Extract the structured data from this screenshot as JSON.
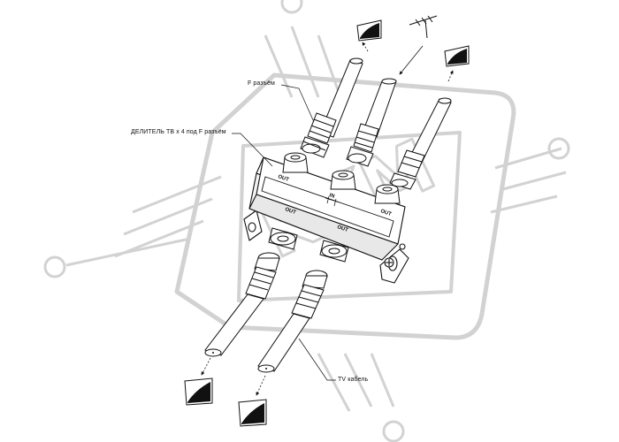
{
  "callouts": {
    "connector": "F разъём",
    "splitter": "ДЕЛИТЕЛЬ ТВ х 4 под F разъём",
    "cable": "TV кабель"
  },
  "splitter": {
    "port_in": "IN",
    "port_out": "OUT"
  },
  "watermark": {
    "text": "KKM"
  },
  "colors": {
    "line": "#111111",
    "watermark": "#c8c8c8",
    "cable_fill": "#ffffff",
    "background": "#ffffff"
  },
  "icons": [
    "antenna-icon",
    "tv-screen-icon"
  ]
}
